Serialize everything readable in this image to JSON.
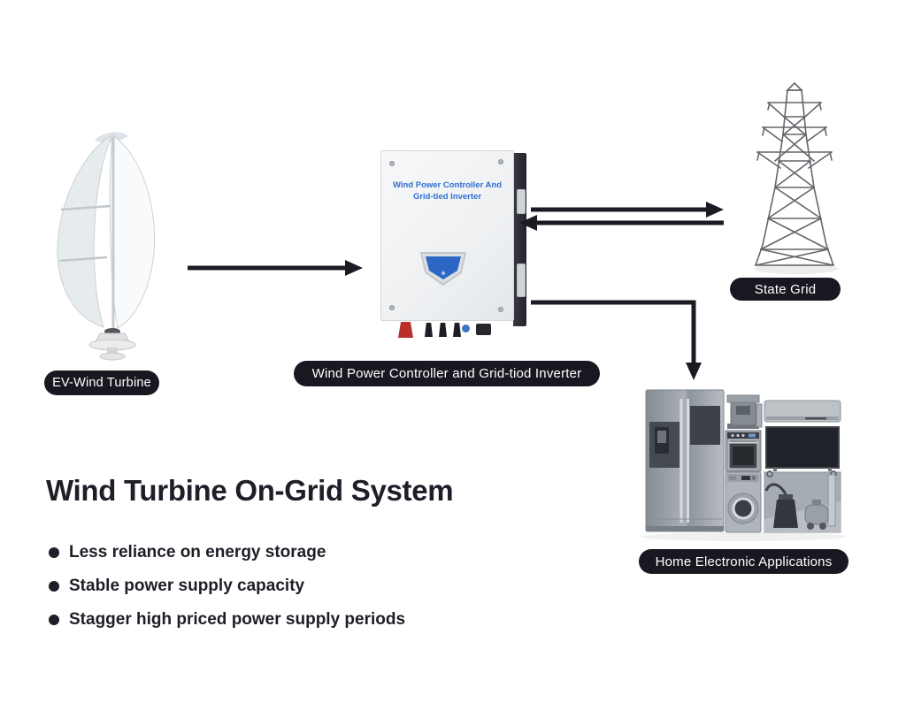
{
  "title": "Wind Turbine On-Grid System",
  "bullets": [
    "Less reliance on energy storage",
    "Stable power supply capacity",
    "Stagger high priced power supply periods"
  ],
  "labels": {
    "turbine": "EV-Wind Turbine",
    "inverter": "Wind Power Controller and Grid-tiod Inverter",
    "state_grid": "State Grid",
    "home": "Home Electronic Applications"
  },
  "device_text": {
    "line1": "Wind Power Controller And",
    "line2": "Grid-tied Inverter"
  },
  "colors": {
    "label_pill_bg": "#181821",
    "label_pill_text": "#ffffff",
    "heading_text": "#1e1e28",
    "arrow": "#1b1b24",
    "device_label_blue": "#2f6ed2",
    "display_blue": "#2d67c6",
    "connector_red": "#b92f2c"
  }
}
